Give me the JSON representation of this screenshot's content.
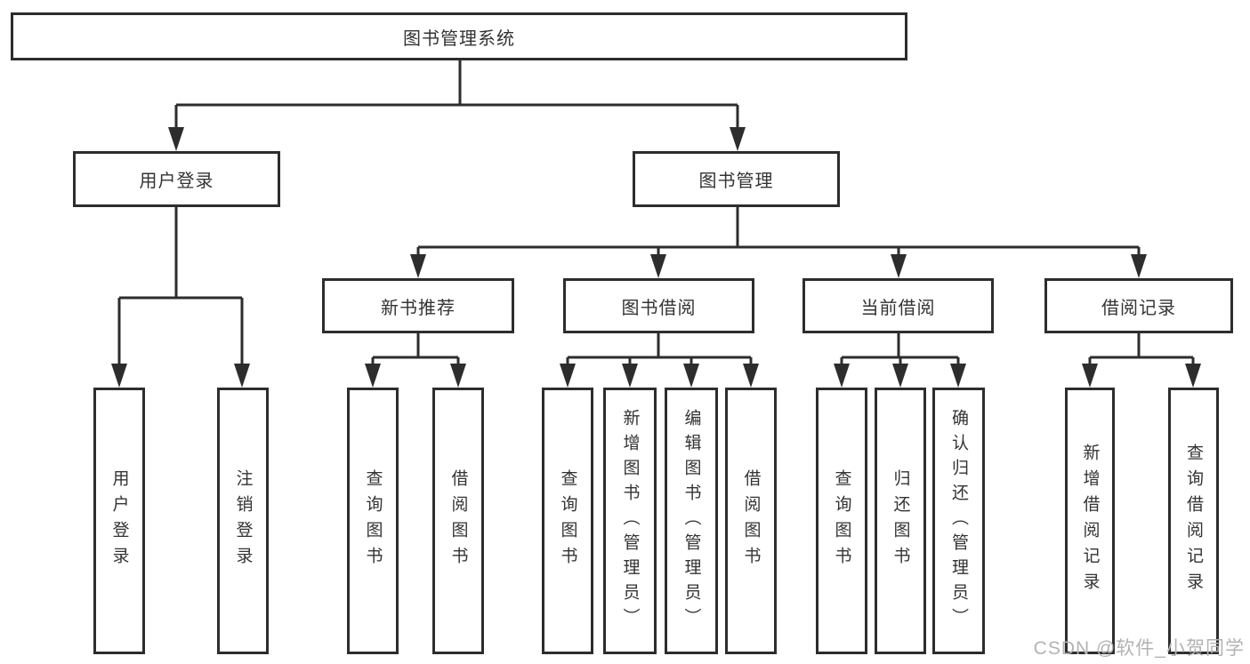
{
  "tree": {
    "root": {
      "label": "图书管理系统"
    },
    "branches": [
      {
        "label": "用户登录",
        "children": [
          {
            "label": "用户登录"
          },
          {
            "label": "注销登录"
          }
        ]
      },
      {
        "label": "图书管理",
        "children": [
          {
            "label": "新书推荐",
            "children": [
              {
                "label": "查询图书"
              },
              {
                "label": "借阅图书"
              }
            ]
          },
          {
            "label": "图书借阅",
            "children": [
              {
                "label": "查询图书"
              },
              {
                "label": "新增图书（管理员）"
              },
              {
                "label": "编辑图书（管理员）"
              },
              {
                "label": "借阅图书"
              }
            ]
          },
          {
            "label": "当前借阅",
            "children": [
              {
                "label": "查询图书"
              },
              {
                "label": "归还图书"
              },
              {
                "label": "确认归还（管理员）"
              }
            ]
          },
          {
            "label": "借阅记录",
            "children": [
              {
                "label": "新增借阅记录"
              },
              {
                "label": "查询借阅记录"
              }
            ]
          }
        ]
      }
    ]
  },
  "watermark": "CSDN @软件_小贺同学",
  "colors": {
    "line": "#2d2d2d",
    "text": "#333333",
    "watermark": "#b3b3b3",
    "background": "#ffffff"
  }
}
